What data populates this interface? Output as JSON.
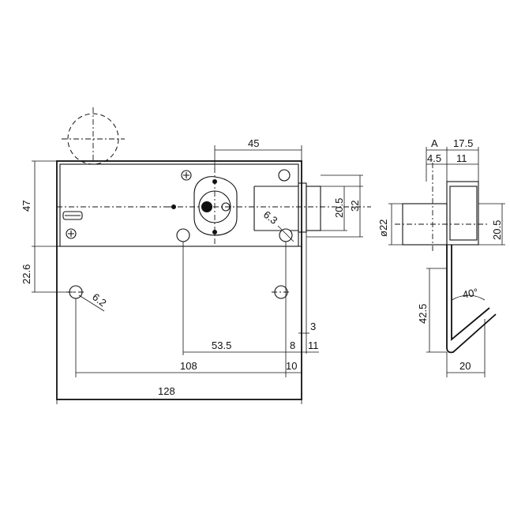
{
  "dimensions": {
    "width_45": "45",
    "height_47": "47",
    "height_22_6": "22.6",
    "height_20_5": "20.5",
    "height_32": "32",
    "hole_6_3": "6.3",
    "hole_6_2": "6.2",
    "width_53_5": "53.5",
    "width_108": "108",
    "width_128": "128",
    "offset_3": "3",
    "offset_8": "8",
    "offset_11": "11",
    "offset_10": "10",
    "strike_A": "A",
    "strike_17_5": "17.5",
    "strike_4_5": "4.5",
    "strike_11": "11",
    "strike_dia_22": "ø22",
    "strike_20_5": "20.5",
    "strike_42_5": "42.5",
    "strike_20": "20",
    "strike_angle": "40°"
  }
}
